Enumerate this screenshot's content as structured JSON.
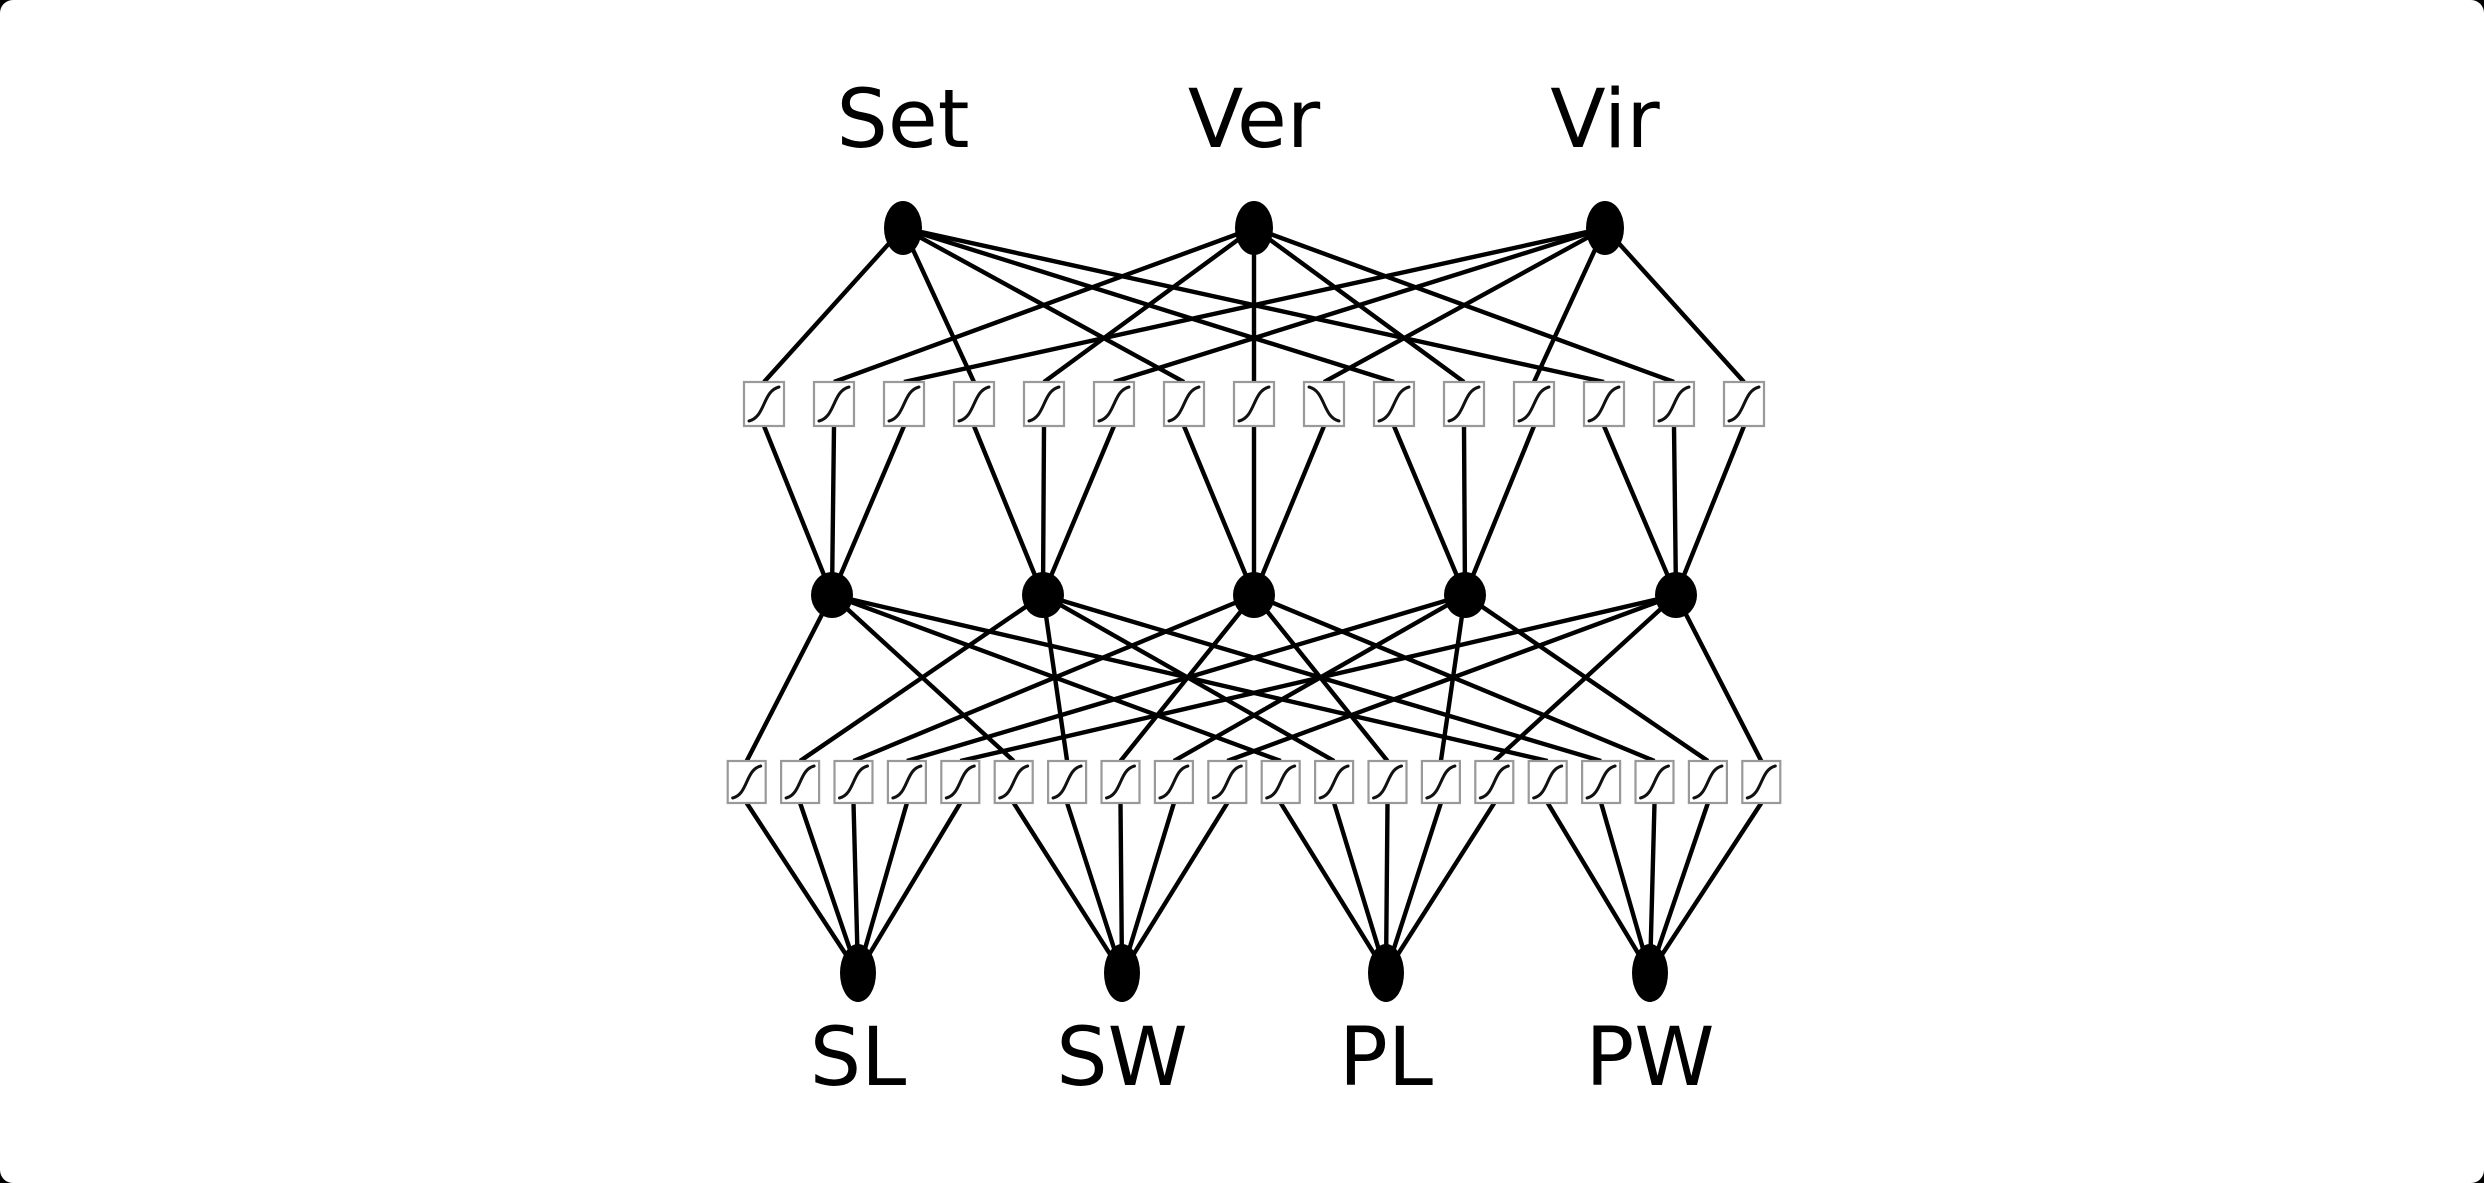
{
  "window": {
    "background": "#000000",
    "card_background": "#ffffff"
  },
  "network": {
    "output_layer": {
      "labels": [
        "Set",
        "Ver",
        "Vir"
      ]
    },
    "output_weight_row": {
      "count": 15,
      "glyphs": [
        "/",
        "/",
        "/",
        "/",
        "/",
        "/",
        "/",
        "/",
        "\\",
        "/",
        "/",
        "/",
        "/",
        "/",
        "/"
      ]
    },
    "hidden_layer": {
      "count": 5
    },
    "input_weight_row": {
      "count": 20,
      "glyphs": [
        "/",
        "/",
        "/",
        "/",
        "/",
        "/",
        "/",
        "/",
        "/",
        "/",
        "/",
        "/",
        "/",
        "/",
        "/",
        "/",
        "/",
        "/",
        "/",
        "/"
      ]
    },
    "input_layer": {
      "labels": [
        "SL",
        "SW",
        "PL",
        "PW"
      ]
    },
    "colors": {
      "node_fill": "#000000",
      "edge": "#000000",
      "box_border": "#999999",
      "box_fill": "#ffffff",
      "box_glyph": "#111111",
      "label": "#000000"
    }
  }
}
